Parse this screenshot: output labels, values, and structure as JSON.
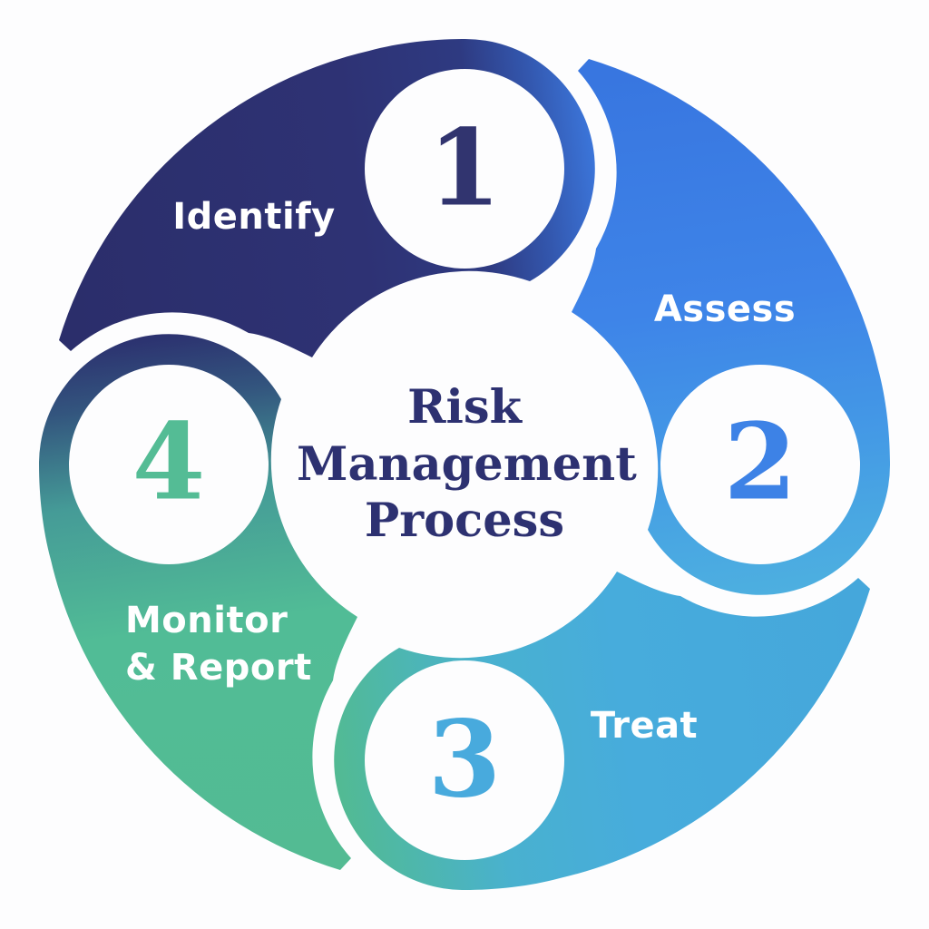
{
  "diagram": {
    "type": "cycle-infographic",
    "title": "Risk Management Process",
    "title_color": "#2d3171",
    "label_color": "#ffffff",
    "background": "#fdfdfe",
    "steps": [
      {
        "number": "1",
        "label": "Identify",
        "number_color": "#31346f",
        "gradient": {
          "s0": "#2b2e6b",
          "s1": "#2e3274",
          "s2": "#2e3a81",
          "s3": "#3357ae",
          "s4": "#3b74d8"
        }
      },
      {
        "number": "2",
        "label": "Assess",
        "number_color": "#3d82e6",
        "gradient": {
          "s0": "#3876e0",
          "s1": "#3e84e8",
          "s2": "#4397e6",
          "s3": "#49a7e2",
          "s4": "#4dafe0"
        }
      },
      {
        "number": "3",
        "label": "Treat",
        "number_color": "#48aadd",
        "gradient": {
          "s0": "#45a7db",
          "s1": "#47acdc",
          "s2": "#49b1cf",
          "s3": "#4eb7ab",
          "s4": "#52ba93"
        }
      },
      {
        "number": "4",
        "label": "Monitor\n& Report",
        "number_color": "#54bc95",
        "gradient": {
          "s0": "#53bb93",
          "s1": "#51bc96",
          "s2": "#459b97",
          "s3": "#33557e",
          "s4": "#2c3270"
        }
      }
    ]
  }
}
